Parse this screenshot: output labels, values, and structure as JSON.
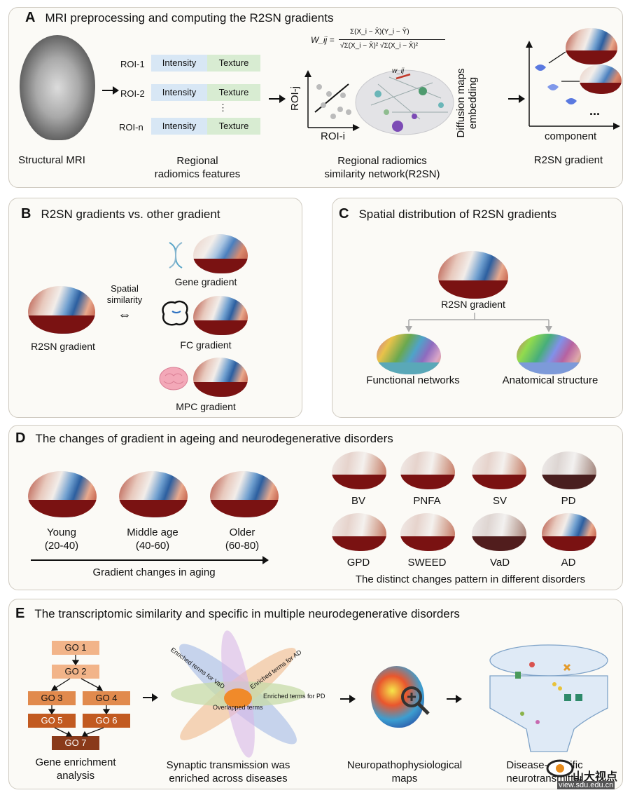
{
  "panel_a": {
    "letter": "A",
    "title": "MRI preprocessing and computing the R2SN gradients",
    "rois": [
      "ROI-1",
      "ROI-2",
      "ROI-n"
    ],
    "intensity_label": "Intensity",
    "texture_label": "Texture",
    "ellipsis": "⋮",
    "roi_j": "ROI-j",
    "roi_i": "ROI-i",
    "wij_label": "w_ij",
    "formula_lhs": "W_ij =",
    "formula_num": "Σ(X_i − X̄)(Y_i − Ȳ)",
    "formula_den": "√Σ(X_i − X̄)² √Σ(X_i − X̄)²",
    "diffusion_label_1": "Diffusion maps",
    "diffusion_label_2": "embedding",
    "component_label": "component",
    "dots": "...",
    "cap_structural": "Structural MRI",
    "cap_regional_1": "Regional",
    "cap_regional_2": "radiomics features",
    "cap_network_1": "Regional radiomics",
    "cap_network_2": "similarity network(R2SN)",
    "cap_gradient": "R2SN gradient"
  },
  "panel_b": {
    "letter": "B",
    "title": "R2SN gradients vs. other gradient",
    "spatial_1": "Spatial",
    "spatial_2": "similarity",
    "double_arrow": "⇔",
    "r2sn_label": "R2SN gradient",
    "gene_label": "Gene gradient",
    "fc_label": "FC gradient",
    "mpc_label": "MPC gradient"
  },
  "panel_c": {
    "letter": "C",
    "title": "Spatial distribution of R2SN gradients",
    "r2sn_label": "R2SN gradient",
    "functional_label": "Functional networks",
    "anatomical_label": "Anatomical structure"
  },
  "panel_d": {
    "letter": "D",
    "title": "The changes of gradient in ageing and neurodegenerative disorders",
    "ages": [
      {
        "name": "Young",
        "range": "(20-40)"
      },
      {
        "name": "Middle age",
        "range": "(40-60)"
      },
      {
        "name": "Older",
        "range": "(60-80)"
      }
    ],
    "aging_caption": "Gradient changes in aging",
    "disorders_row1": [
      "BV",
      "PNFA",
      "SV",
      "PD"
    ],
    "disorders_row2": [
      "GPD",
      "SWEED",
      "VaD",
      "AD"
    ],
    "disorders_caption": "The distinct  changes pattern in different disorders"
  },
  "panel_e": {
    "letter": "E",
    "title": "The transcriptomic similarity and specific in multiple neurodegenerative disorders",
    "go_terms": [
      "GO 1",
      "GO 2",
      "GO 3",
      "GO 4",
      "GO 5",
      "GO 6",
      "GO 7"
    ],
    "gene_cap_1": "Gene enrichment",
    "gene_cap_2": "analysis",
    "petal_vad": "Enriched terms for VaD",
    "petal_ad": "Enriched terms for AD",
    "petal_pd": "Enriched terms for PD",
    "overlap": "Overlapped  terms",
    "syn_cap_1": "Synaptic transmission was",
    "syn_cap_2": "enriched across diseases",
    "neuro_cap_1": "Neuropathophysiological",
    "neuro_cap_2": "maps",
    "disease_cap_1": "Disease-specific",
    "disease_cap_2": "neurotransmitter"
  },
  "watermark": {
    "cn": "山大视点",
    "url": "view.sdu.edu.cn"
  },
  "colors": {
    "panel_border": "#cfcac0",
    "panel_bg": "#fbfaf6",
    "intensity_bg": "#d8e7f5",
    "texture_bg": "#d8ecd2",
    "go_light": "#f2b489",
    "go_dark": "#c25a20"
  }
}
